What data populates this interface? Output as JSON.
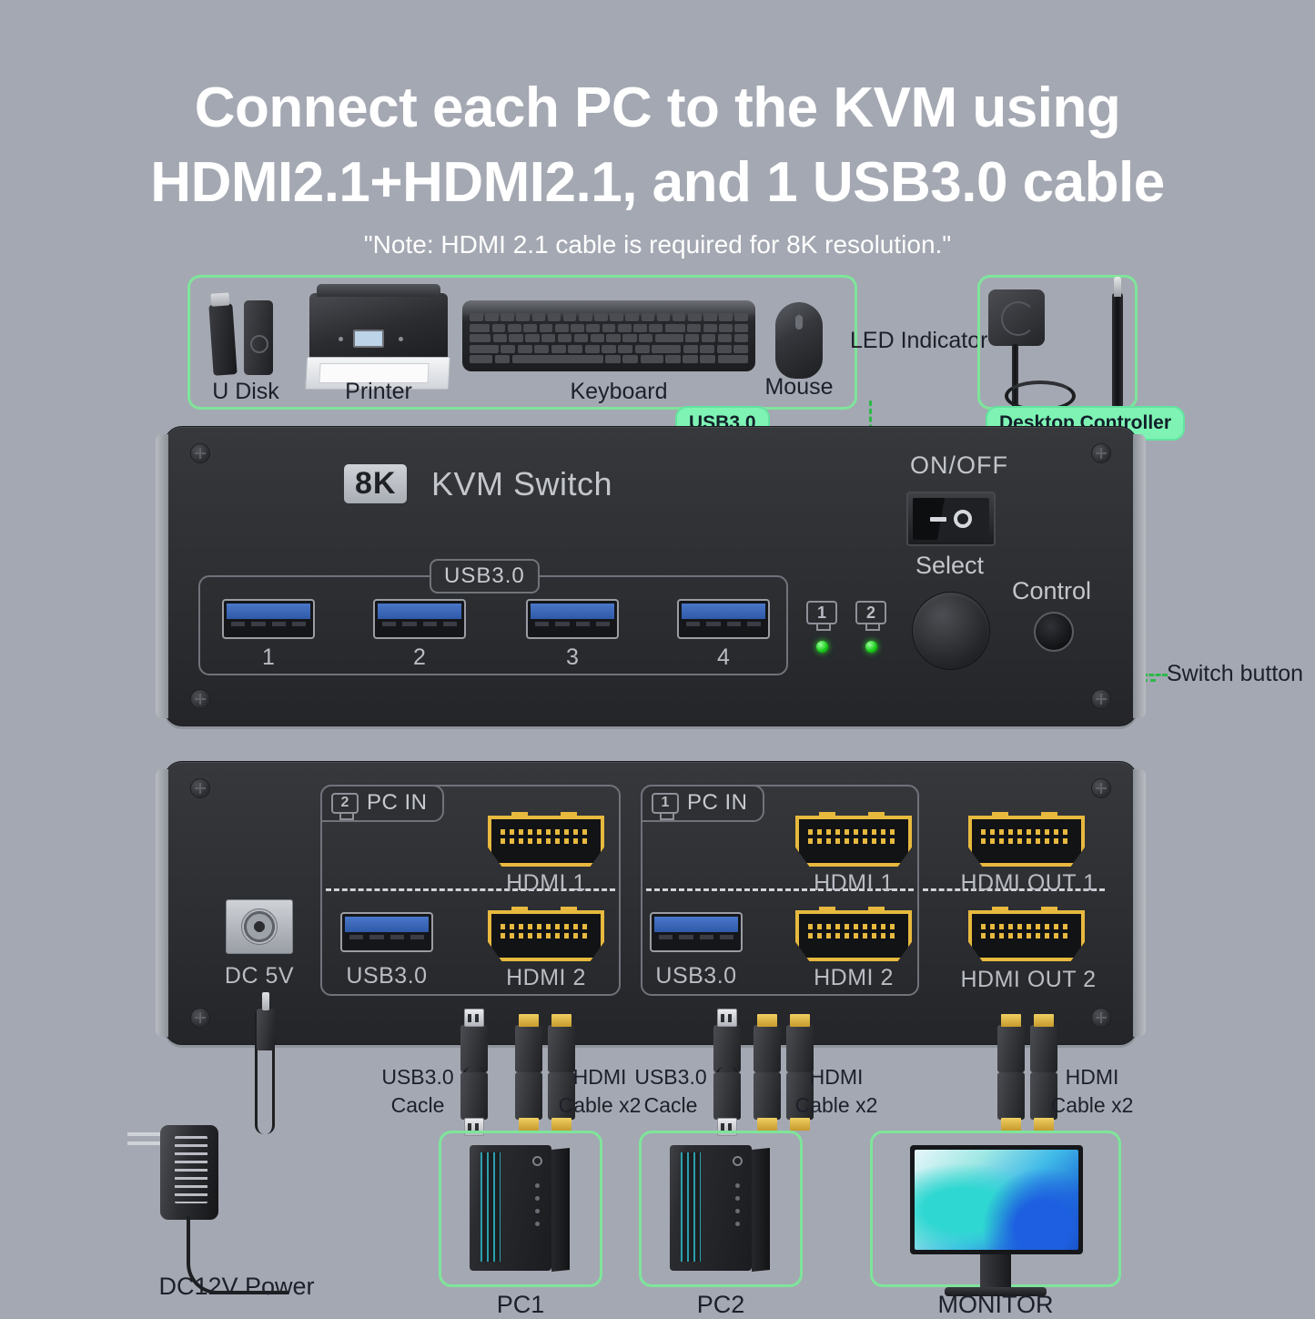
{
  "title": {
    "line1": "Connect each PC to the KVM using",
    "line2": "HDMI2.1+HDMI2.1, and 1 USB3.0 cable",
    "note": "\"Note: HDMI 2.1 cable is required for 8K resolution.\""
  },
  "peripherals": {
    "items": [
      {
        "label": "U Disk"
      },
      {
        "label": "Printer"
      },
      {
        "label": "Keyboard"
      },
      {
        "label": "Mouse"
      }
    ]
  },
  "callouts": {
    "led_indicator": "LED Indicator",
    "switch_button": "Switch button",
    "usb3_badge": "USB3.0",
    "desktop_controller_badge": "Desktop Controller"
  },
  "front_panel": {
    "brand_badge": "8K",
    "brand_text": "KVM Switch",
    "usb_group_label": "USB3.0",
    "usb_ports": [
      "1",
      "2",
      "3",
      "4"
    ],
    "onoff_label": "ON/OFF",
    "select_label": "Select",
    "control_label": "Control",
    "indicators": [
      {
        "num": "1"
      },
      {
        "num": "2"
      }
    ]
  },
  "rear_panel": {
    "dc_label": "DC 5V",
    "groups": [
      {
        "num": "2",
        "title": "PC IN",
        "ports": [
          "HDMI 1",
          "USB3.0",
          "HDMI 2"
        ]
      },
      {
        "num": "1",
        "title": "PC IN",
        "ports": [
          "HDMI 1",
          "USB3.0",
          "HDMI 2"
        ]
      }
    ],
    "outputs": [
      "HDMI OUT 1",
      "HDMI OUT 2"
    ]
  },
  "cable_labels": [
    {
      "l1": "USB3.0",
      "l2": "Cacle"
    },
    {
      "l1": "HDMI",
      "l2": "Cable x2"
    },
    {
      "l1": "USB3.0",
      "l2": "Cacle"
    },
    {
      "l1": "HDMI",
      "l2": "Cable x2"
    },
    {
      "l1": "HDMI",
      "l2": "Cable x2"
    }
  ],
  "bottom_devices": {
    "power_label": "DC12V Power",
    "pc1": "PC1",
    "pc2": "PC2",
    "monitor": "MONITOR"
  },
  "colors": {
    "background": "#a4a8b2",
    "accent_green": "#7ee59a",
    "badge_green": "#7ef3b4",
    "dash_green": "#2db84a",
    "hdmi_gold": "#e7b93e",
    "usb_blue": "#2f5aa8",
    "led_green": "#14c814"
  }
}
